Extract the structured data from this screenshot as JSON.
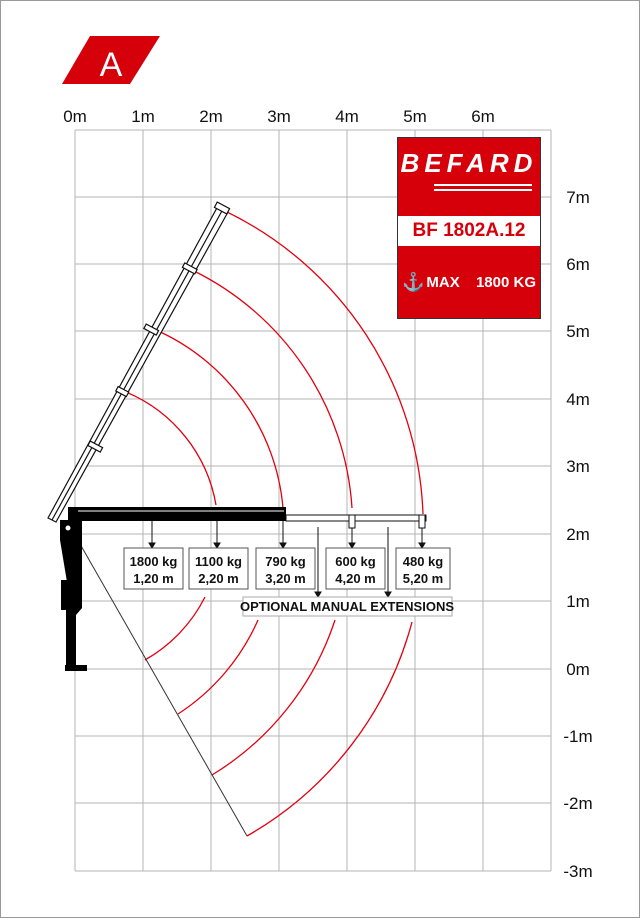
{
  "section_badge": "A",
  "x_axis_labels": [
    "0m",
    "1m",
    "2m",
    "3m",
    "4m",
    "5m",
    "6m"
  ],
  "y_axis_labels": [
    "7m",
    "6m",
    "5m",
    "4m",
    "3m",
    "2m",
    "1m",
    "0m",
    "-1m",
    "-2m",
    "-3m"
  ],
  "brand": {
    "name": "BEFARD",
    "model": "BF 1802A.12",
    "max_label": "MAX",
    "max_value": "1800 KG",
    "icon": "hook-icon"
  },
  "loads": [
    {
      "weight": "1800 kg",
      "reach": "1,20 m"
    },
    {
      "weight": "1100 kg",
      "reach": "2,20 m"
    },
    {
      "weight": "790 kg",
      "reach": "3,20 m"
    },
    {
      "weight": "600 kg",
      "reach": "4,20 m"
    },
    {
      "weight": "480 kg",
      "reach": "5,20 m"
    }
  ],
  "optional_label": "OPTIONAL MANUAL EXTENSIONS",
  "colors": {
    "accent": "#d6000b",
    "grid": "#b5b5b5"
  }
}
